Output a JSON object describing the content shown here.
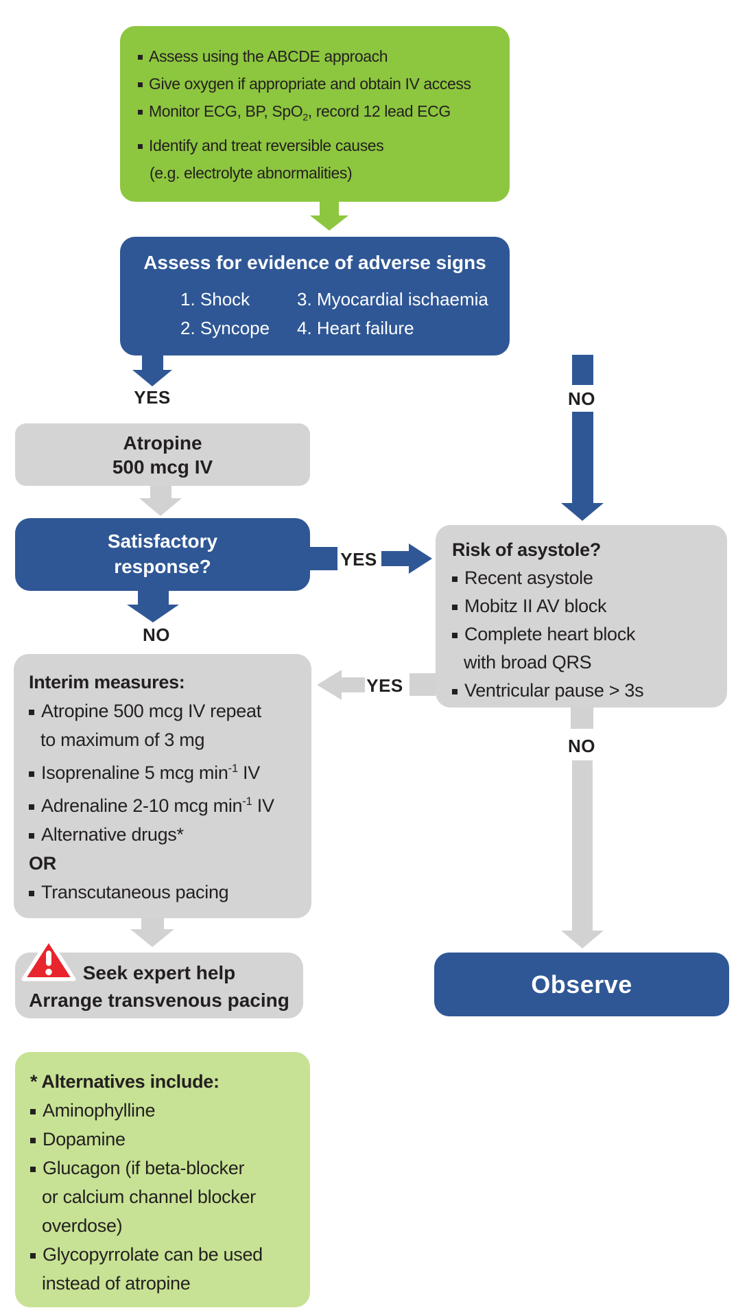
{
  "colors": {
    "green": "#8DC63F",
    "light_green": "#C7E294",
    "blue": "#2F5795",
    "gray": "#D4D4D5",
    "arrow_gray": "#D2D2D3",
    "text_dark": "#231F20",
    "red": "#E8242C",
    "white": "#FFFFFF"
  },
  "green_box": {
    "line1": "Assess using the ABCDE approach",
    "line2": "Give oxygen if appropriate and obtain IV access",
    "line3_pre": "Monitor ECG, BP, SpO",
    "line3_sub": "2",
    "line3_post": ", record 12 lead ECG",
    "line4": "Identify and treat reversible causes",
    "line5": "(e.g. electrolyte abnormalities)"
  },
  "adverse_box": {
    "title": "Assess for evidence of adverse signs",
    "item1": "1. Shock",
    "item2": "2. Syncope",
    "item3": "3. Myocardial ischaemia",
    "item4": "4. Heart failure"
  },
  "labels": {
    "adverse_yes": "YES",
    "adverse_no": "NO",
    "satisfactory_yes": "YES",
    "satisfactory_no": "NO",
    "risk_yes": "YES",
    "risk_no": "NO"
  },
  "atropine_box": {
    "line1": "Atropine",
    "line2": "500 mcg IV"
  },
  "satisfactory_box": {
    "line1": "Satisfactory",
    "line2": "response?"
  },
  "risk_box": {
    "title": "Risk of asystole?",
    "item1": "Recent asystole",
    "item2": "Mobitz II AV block",
    "item3": "Complete heart block",
    "item3_cont": "with broad QRS",
    "item4": "Ventricular pause > 3s"
  },
  "interim_box": {
    "title": "Interim measures:",
    "item1": "Atropine 500 mcg IV repeat",
    "item1_cont": "to maximum of 3 mg",
    "item2_pre": "Isoprenaline 5 mcg min",
    "item2_sup": "-1",
    "item2_post": " IV",
    "item3_pre": "Adrenaline 2-10 mcg min",
    "item3_sup": "-1",
    "item3_post": " IV",
    "item4": "Alternative drugs*",
    "or_label": "OR",
    "item5": "Transcutaneous pacing"
  },
  "expert_box": {
    "line1": "Seek expert help",
    "line2": "Arrange transvenous pacing"
  },
  "observe_box": {
    "label": "Observe"
  },
  "alternatives_box": {
    "title": "* Alternatives include:",
    "item1": "Aminophylline",
    "item2": "Dopamine",
    "item3": "Glucagon (if beta-blocker",
    "item3_cont1": "or calcium channel blocker",
    "item3_cont2": "overdose)",
    "item4": "Glycopyrrolate can be used",
    "item4_cont": "instead of atropine"
  }
}
